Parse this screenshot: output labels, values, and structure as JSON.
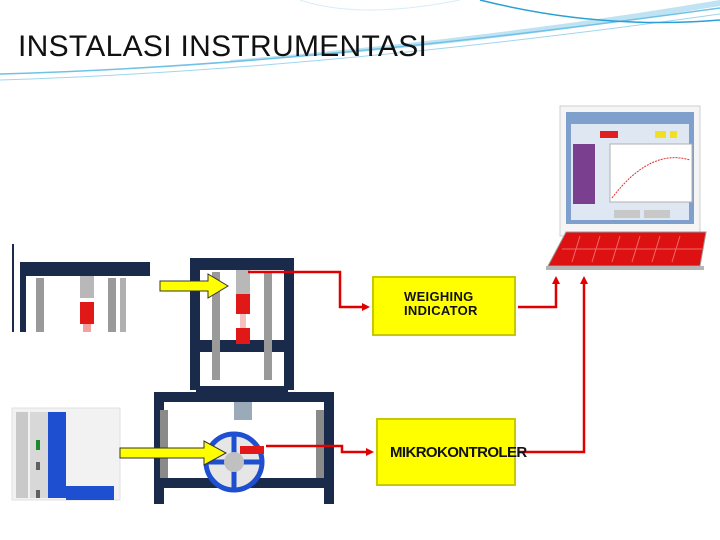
{
  "slide": {
    "title": "INSTALASI INSTRUMENTASI"
  },
  "weighing_indicator": {
    "line1": "WEIGHING",
    "line2": "INDICATOR"
  },
  "mikrokontroler": {
    "label": "MIKROKONTROLER"
  },
  "colors": {
    "yellow_box": "#ffff00",
    "signal_arrow": "#e00000",
    "feed_arrow": "#ffff00",
    "frame": "#1a2a4a",
    "laptop_lid": "#dd1111",
    "wheel": "#1e4fd0",
    "title_swoosh": "#2a9fd6"
  },
  "icons": [
    "laptop-icon",
    "load-cell-icon",
    "hydraulic-cylinder-icon",
    "wheel-icon",
    "yellow-arrow-icon",
    "red-arrow-icon"
  ]
}
